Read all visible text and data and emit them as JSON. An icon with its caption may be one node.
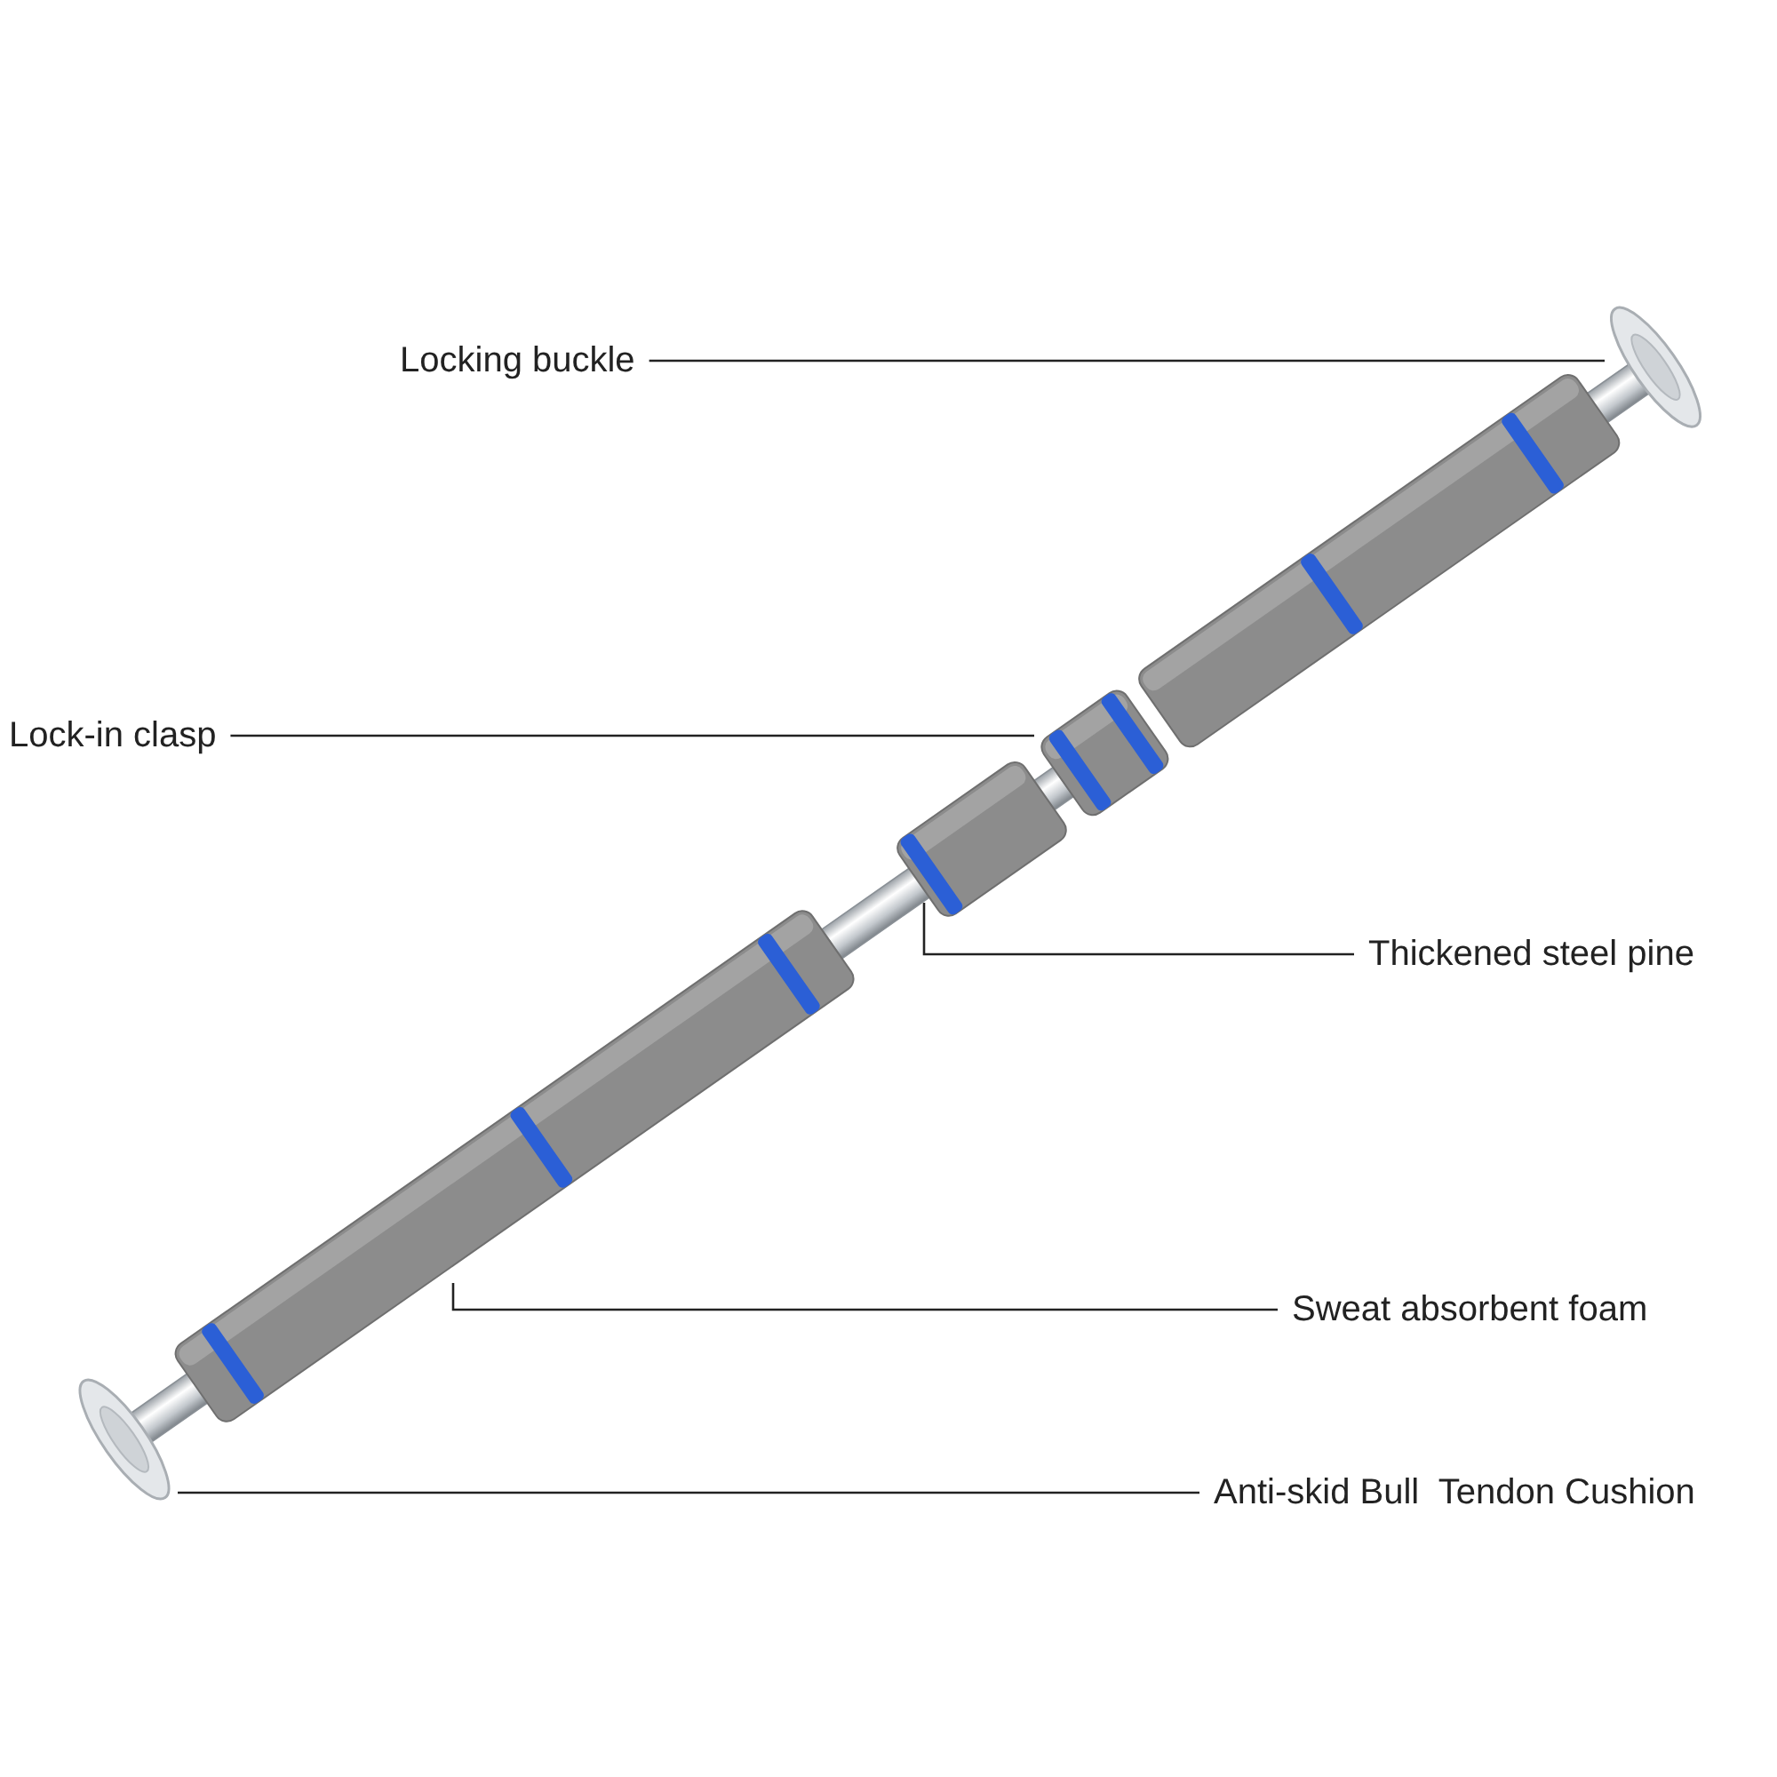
{
  "diagram": {
    "nodes": [
      {
        "text": [
          "Locking buckle"
        ]
      },
      {
        "text": [
          "Lock-in clasp"
        ]
      },
      {
        "text": [
          "Thickened steel pine"
        ]
      },
      {
        "text": [
          "Sweat absorbent foam"
        ]
      },
      {
        "text": [
          "Anti-skid Bull  Tendon Cushion"
        ]
      },
      {
        "text": [],
        "shape": "picture"
      },
      {
        "text": [],
        "shape": "picture"
      },
      {
        "text": [],
        "shape": "picture"
      },
      {
        "text": [],
        "shape": "picture"
      },
      {
        "text": [],
        "shape": "picture"
      }
    ],
    "edges": [
      {
        "from": 0,
        "to": 9,
        "arrow": "none"
      },
      {
        "from": 1,
        "to": 8,
        "arrow": "none"
      },
      {
        "from": 2,
        "to": 7,
        "arrow": "none"
      },
      {
        "from": 3,
        "to": 6,
        "arrow": "none"
      },
      {
        "from": 4,
        "to": 5,
        "arrow": "none"
      }
    ]
  }
}
